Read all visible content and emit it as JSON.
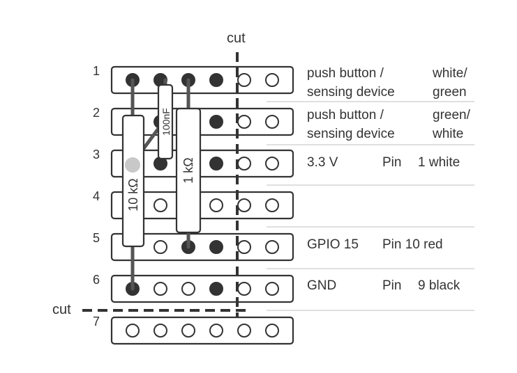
{
  "cut_labels": {
    "vertical": "cut",
    "horizontal": "cut"
  },
  "rows": [
    {
      "number": "1",
      "description": [
        "push button  /",
        "sensing device"
      ],
      "pin": "",
      "wire": [
        "white/",
        "green"
      ]
    },
    {
      "number": "2",
      "description": [
        "push button /",
        "sensing device"
      ],
      "pin": "",
      "wire": [
        "green/",
        "white"
      ]
    },
    {
      "number": "3",
      "description": [
        "3.3 V"
      ],
      "pin": "Pin",
      "wire": [
        "1 white"
      ]
    },
    {
      "number": "4",
      "description": [],
      "pin": "",
      "wire": []
    },
    {
      "number": "5",
      "description": [
        "GPIO 15"
      ],
      "pin": "Pin 10 red",
      "wire": []
    },
    {
      "number": "6",
      "description": [
        "GND"
      ],
      "pin": "Pin",
      "wire": [
        "9 black"
      ]
    },
    {
      "number": "7",
      "description": [],
      "pin": "",
      "wire": []
    }
  ],
  "components": {
    "capacitor": "100nF",
    "resistor_10k": "10 kΩ",
    "resistor_1k": "1 kΩ"
  },
  "colors": {
    "ink": "#333333",
    "rule": "#cccccc",
    "pad": "#ffffff",
    "joint": "#c8c8c8"
  }
}
